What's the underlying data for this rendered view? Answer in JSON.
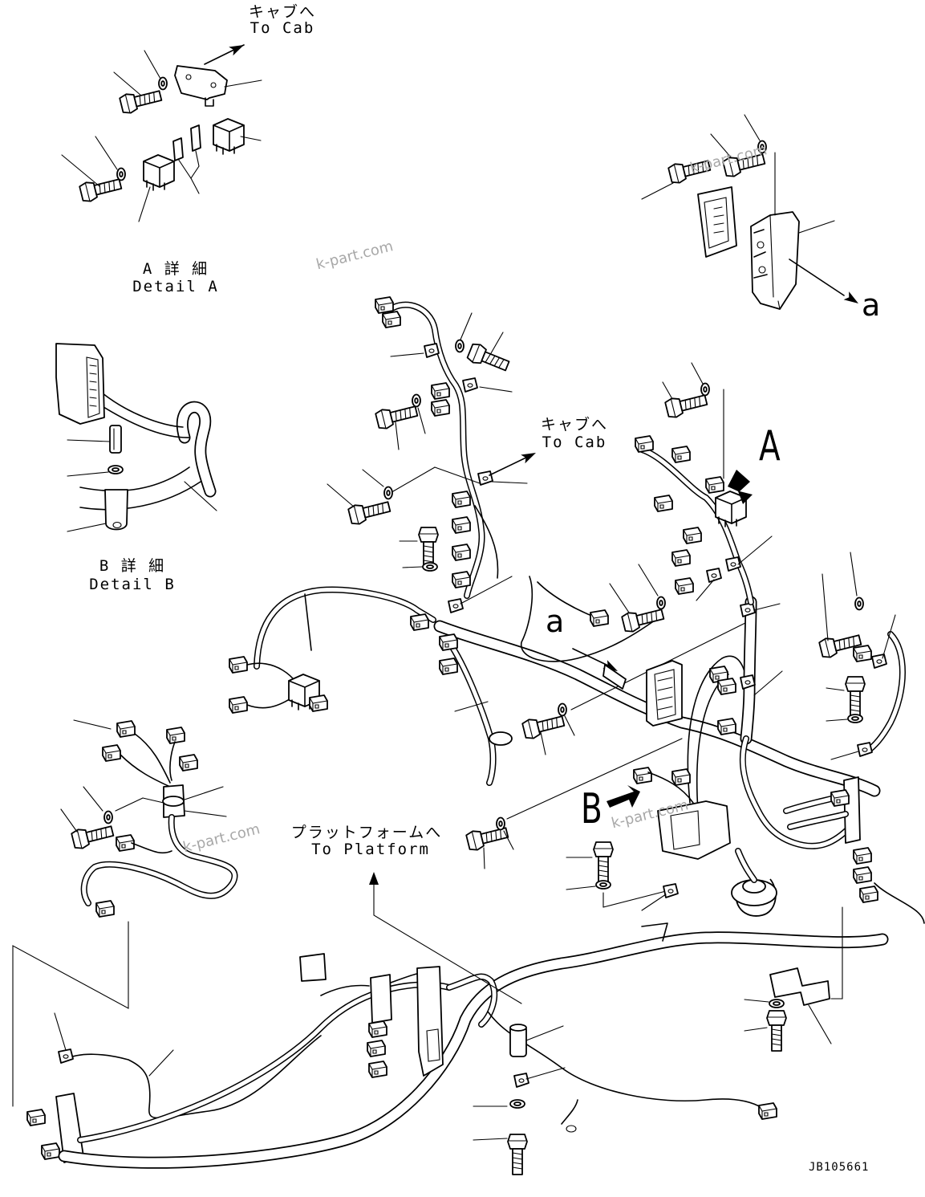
{
  "figure": {
    "labels": {
      "to_cab_top_jp": "キャブへ",
      "to_cab_top_en": "To Cab",
      "detail_a_jp": "A 詳 細",
      "detail_a_en": "Detail A",
      "detail_b_jp": "B 詳 細",
      "detail_b_en": "Detail B",
      "to_cab_mid_jp": "キャブへ",
      "to_cab_mid_en": "To Cab",
      "to_platform_jp": "プラットフォームへ",
      "to_platform_en": "To Platform",
      "ref_a_upper": "a",
      "ref_a_lower": "a",
      "view_a": "A",
      "view_b": "B",
      "drawing_number": "JB105661"
    },
    "watermarks": [
      "k-part.com",
      "k-part.com",
      "k-part.com",
      "k-part.com"
    ]
  }
}
